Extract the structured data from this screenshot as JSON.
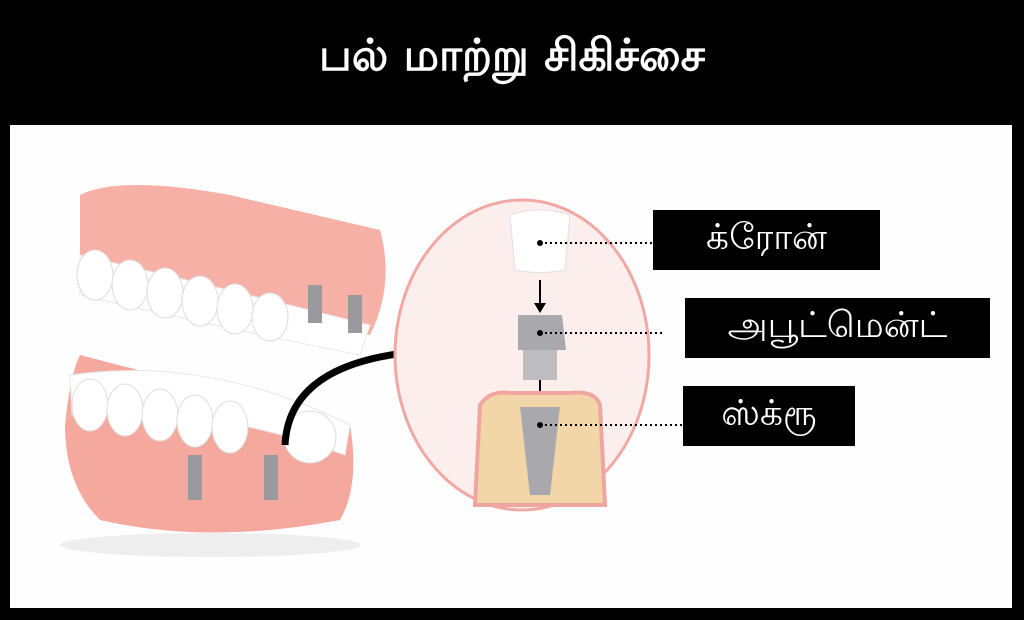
{
  "title": "பல் மாற்று சிகிச்சை",
  "labels": {
    "crown": "க்ரோன்",
    "abutment": "அபூட்மென்ட்",
    "screw": "ஸ்க்ரூ"
  },
  "colors": {
    "gum": "#f4a59b",
    "bone": "#f2d6a8",
    "circle": "#fdeeee",
    "metal": "#a9a9ad"
  }
}
